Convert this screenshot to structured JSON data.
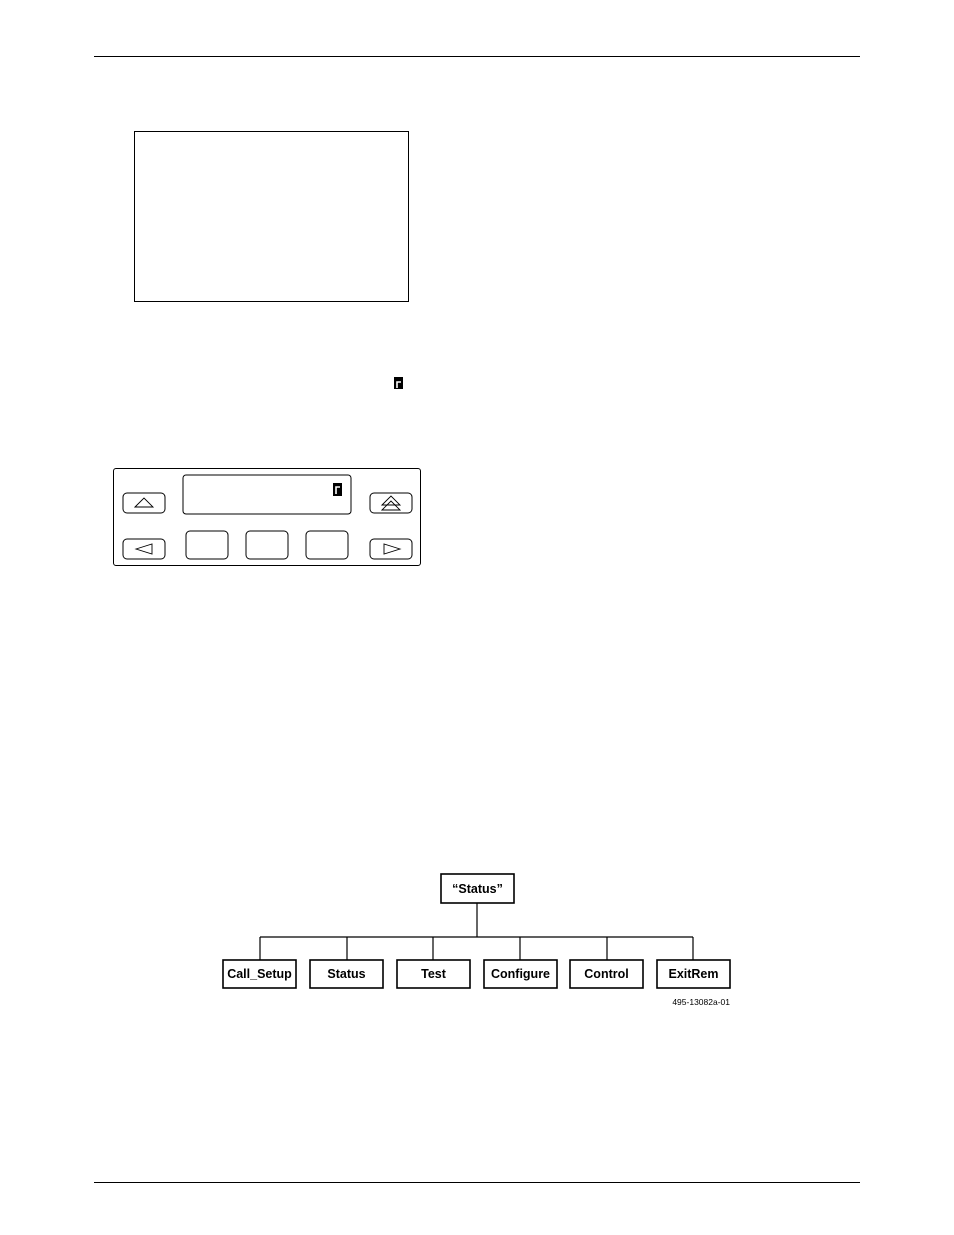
{
  "menu_tree": {
    "root": "“Status”",
    "children": [
      "Call_Setup",
      "Status",
      "Test",
      "Configure",
      "Control",
      "ExitRem"
    ],
    "figure_id": "495-13082a-01"
  },
  "front_panel": {
    "icons": [
      "up-arrow-icon",
      "page-up-icon",
      "left-arrow-icon",
      "right-arrow-icon",
      "remote-indicator-icon"
    ]
  }
}
